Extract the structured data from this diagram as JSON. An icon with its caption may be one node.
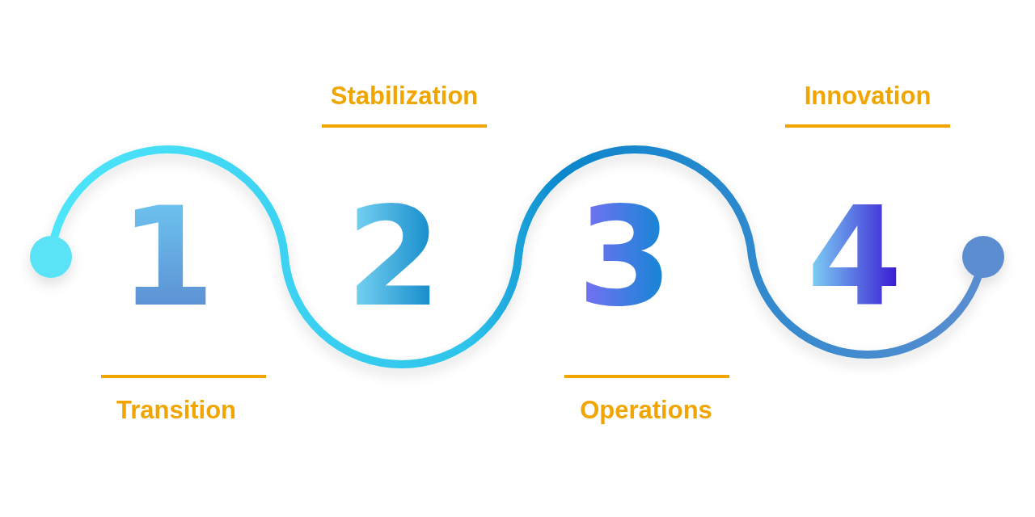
{
  "diagram": {
    "labels": [
      "Stabilization",
      "Innovation",
      "1",
      "2",
      "3",
      "4",
      "Transition",
      "Operations"
    ]
  }
}
